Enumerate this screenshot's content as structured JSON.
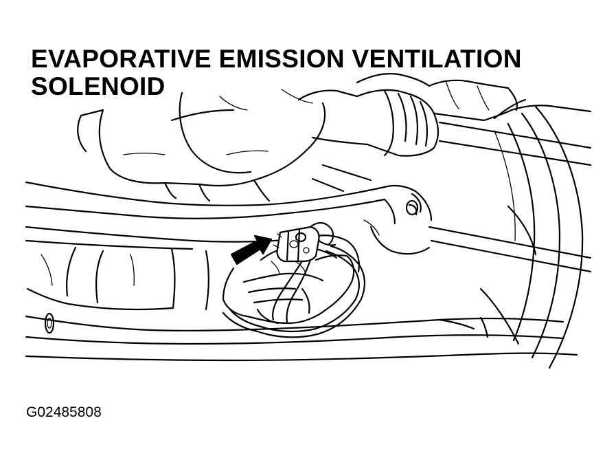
{
  "diagram": {
    "title_lines": [
      "EVAPORATIVE EMISSION VENTILATION",
      "SOLENOID"
    ],
    "figure_code": "G02485808",
    "pointer": {
      "target": "evaporative-emission-ventilation-solenoid",
      "icon": "arrow-icon"
    },
    "colors": {
      "line": "#000000",
      "background": "#ffffff"
    }
  }
}
